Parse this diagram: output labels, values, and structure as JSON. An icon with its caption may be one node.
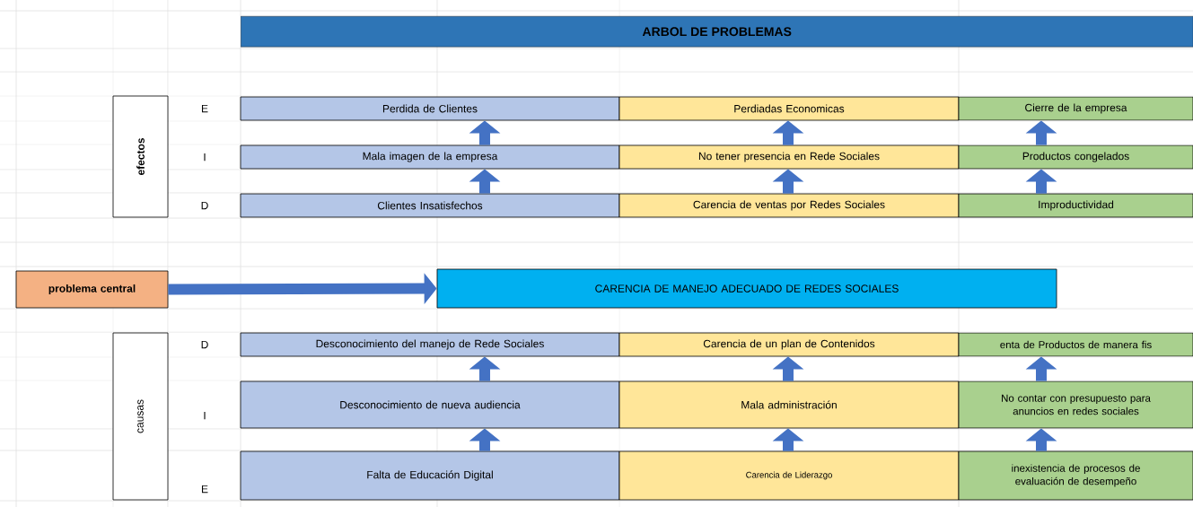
{
  "diagram": {
    "title": "ARBOL DE PROBLEMAS",
    "nodes": [
      {
        "text": [
          "efectos"
        ]
      },
      {
        "text": [
          "Perdida de Clientes"
        ]
      },
      {
        "text": [
          "Perdiadas Economicas"
        ]
      },
      {
        "text": [
          "Cierre de la empresa"
        ]
      },
      {
        "text": [
          "Mala imagen de la empresa"
        ]
      },
      {
        "text": [
          "No tener presencia en Rede Sociales"
        ]
      },
      {
        "text": [
          "Productos congelados"
        ]
      },
      {
        "text": [
          "Clientes Insatisfechos"
        ]
      },
      {
        "text": [
          "Carencia de ventas por Redes Sociales"
        ]
      },
      {
        "text": [
          "Improductividad"
        ]
      },
      {
        "text": [
          "problema central"
        ]
      },
      {
        "text": [
          "CARENCIA DE MANEJO ADECUADO DE REDES SOCIALES"
        ]
      },
      {
        "text": [
          "causas"
        ]
      },
      {
        "text": [
          "Desconocimiento del manejo de Rede Sociales"
        ]
      },
      {
        "text": [
          "Carencia de un plan de Contenidos"
        ]
      },
      {
        "text": [
          "enta de Productos de manera fis"
        ]
      },
      {
        "text": [
          "Desconocimiento  de nueva audiencia"
        ]
      },
      {
        "text": [
          "Mala administración"
        ]
      },
      {
        "text": [
          "No contar con presupuesto para anuncios en redes sociales"
        ]
      },
      {
        "text": [
          "Falta de Educación Digital"
        ]
      },
      {
        "text": [
          "Carencia de Liderazgo"
        ]
      },
      {
        "text": [
          "inexistencia de procesos de evaluación de desempeño"
        ]
      }
    ],
    "edges": [
      {
        "from": 4,
        "to": 1,
        "arrow": "to"
      },
      {
        "from": 5,
        "to": 2,
        "arrow": "to"
      },
      {
        "from": 6,
        "to": 3,
        "arrow": "to"
      },
      {
        "from": 7,
        "to": 4,
        "arrow": "to"
      },
      {
        "from": 8,
        "to": 5,
        "arrow": "to"
      },
      {
        "from": 9,
        "to": 6,
        "arrow": "to"
      },
      {
        "from": 10,
        "to": 11,
        "arrow": "to"
      },
      {
        "from": 16,
        "to": 13,
        "arrow": "to"
      },
      {
        "from": 17,
        "to": 14,
        "arrow": "to"
      },
      {
        "from": 18,
        "to": 15,
        "arrow": "to"
      },
      {
        "from": 19,
        "to": 16,
        "arrow": "to"
      },
      {
        "from": 20,
        "to": 17,
        "arrow": "to"
      },
      {
        "from": 21,
        "to": 18,
        "arrow": "to"
      }
    ],
    "labels": [
      "E",
      "I",
      "D",
      "D",
      "I",
      "E"
    ]
  }
}
